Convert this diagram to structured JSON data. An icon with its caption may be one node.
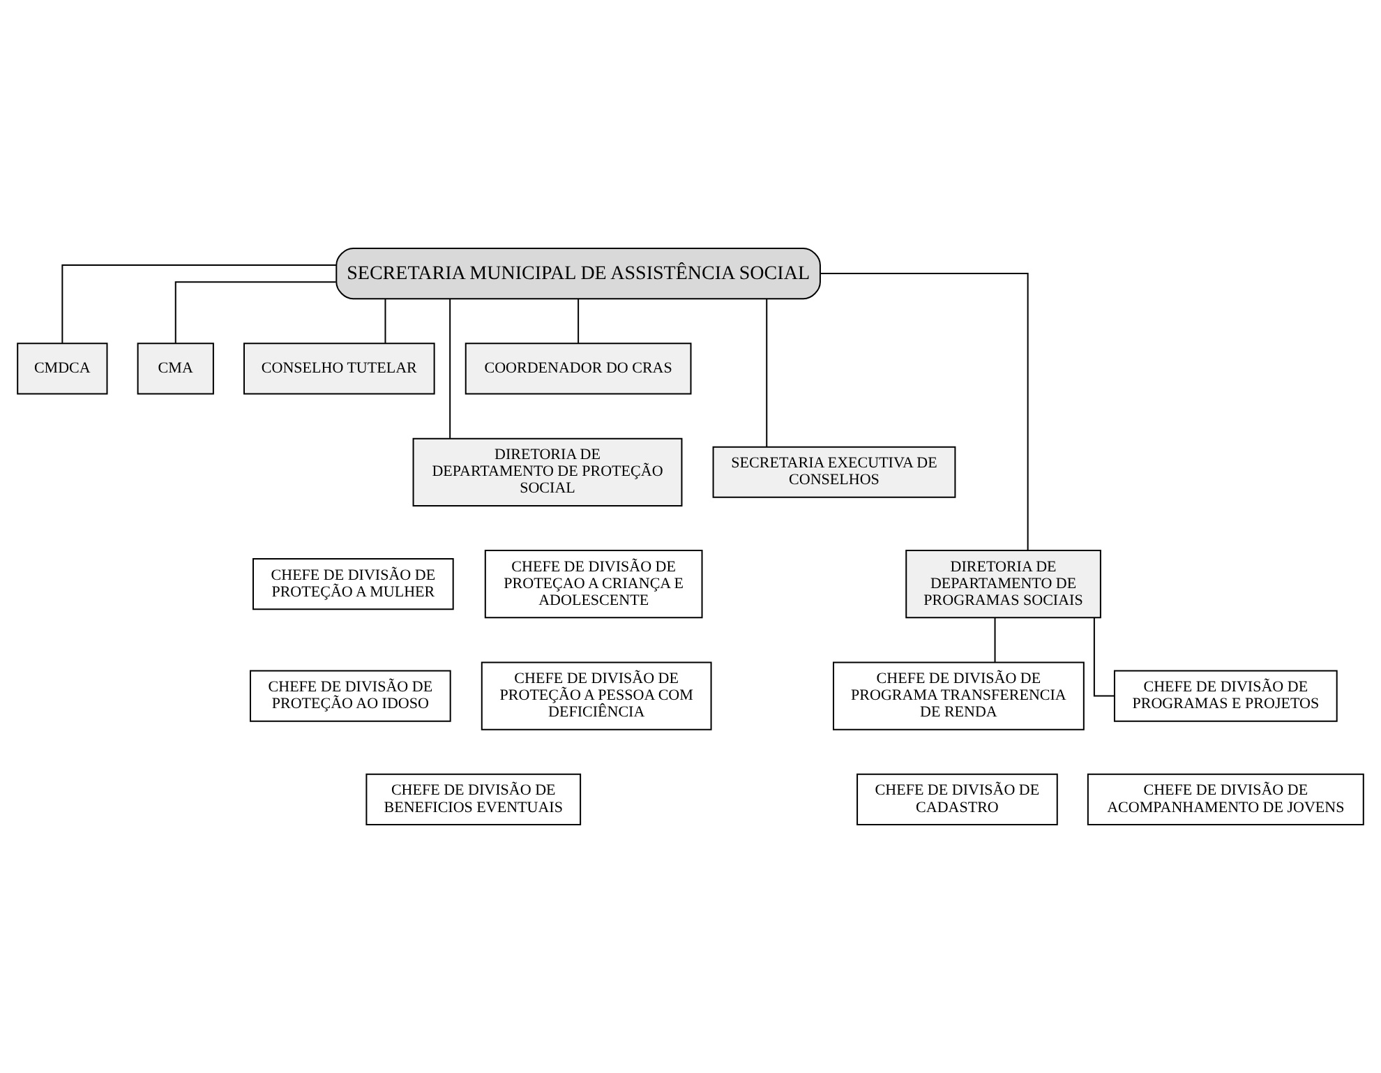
{
  "diagram": {
    "nodes": [
      {
        "text": [
          "SECRETARIA MUNICIPAL DE ASSISTÊNCIA SOCIAL"
        ]
      },
      {
        "text": [
          "CMDCA"
        ]
      },
      {
        "text": [
          "CMA"
        ]
      },
      {
        "text": [
          "CONSELHO TUTELAR"
        ]
      },
      {
        "text": [
          "COORDENADOR DO CRAS"
        ]
      },
      {
        "text": [
          "SECRETARIA EXECUTIVA DE CONSELHOS"
        ]
      },
      {
        "text": [
          "DIRETORIA DE DEPARTAMENTO DE PROTEÇÃO SOCIAL"
        ]
      },
      {
        "text": [
          "CHEFE DE DIVISÃO DE PROTEÇÃO A MULHER"
        ]
      },
      {
        "text": [
          "CHEFE DE DIVISÃO DE PROTEÇAO A CRIANÇA E ADOLESCENTE"
        ]
      },
      {
        "text": [
          "DIRETORIA DE DEPARTAMENTO DE PROGRAMAS SOCIAIS"
        ]
      },
      {
        "text": [
          "CHEFE DE DIVISÃO DE PROTEÇÃO AO IDOSO"
        ]
      },
      {
        "text": [
          "CHEFE DE DIVISÃO DE PROTEÇÃO A PESSOA COM DEFICIÊNCIA"
        ]
      },
      {
        "text": [
          "CHEFE DE DIVISÃO DE PROGRAMA TRANSFERENCIA DE RENDA"
        ]
      },
      {
        "text": [
          "CHEFE DE DIVISÃO DE PROGRAMAS E PROJETOS"
        ]
      },
      {
        "text": [
          "CHEFE DE DIVISÃO DE BENEFICIOS EVENTUAIS"
        ]
      },
      {
        "text": [
          "CHEFE DE DIVISÃO DE CADASTRO"
        ]
      },
      {
        "text": [
          "CHEFE DE DIVISÃO DE ACOMPANHAMENTO DE JOVENS"
        ]
      }
    ],
    "edges": [
      {
        "from": 0,
        "to": 4,
        "arrow": "none"
      },
      {
        "from": 0,
        "to": 6,
        "arrow": "none"
      },
      {
        "from": 0,
        "to": 9,
        "arrow": "none"
      },
      {
        "from": 0,
        "to": 1,
        "arrow": "none"
      },
      {
        "from": 0,
        "to": 2,
        "arrow": "none"
      },
      {
        "from": 0,
        "to": 5,
        "arrow": "none"
      },
      {
        "from": 0,
        "to": 3,
        "arrow": "none"
      },
      {
        "from": 9,
        "to": 12,
        "arrow": "none"
      },
      {
        "from": 9,
        "to": 13,
        "arrow": "none"
      }
    ]
  }
}
